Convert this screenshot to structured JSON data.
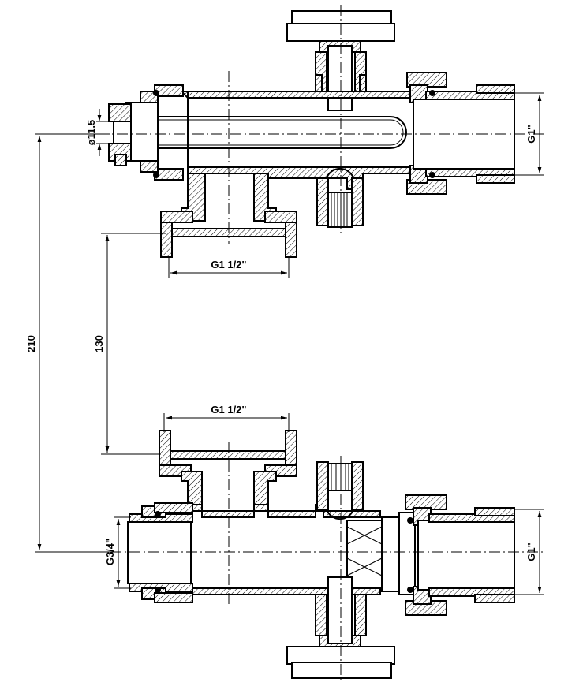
{
  "labels": {
    "dia_upper": "ø11.5",
    "g1_upper_right": "G1\"",
    "g1half_upper": "G1 1/2\"",
    "dim_210": "210",
    "dim_130": "130",
    "g1half_lower": "G1 1/2\"",
    "g34_lower_left": "G3/4\"",
    "g1_lower_right": "G1\""
  }
}
